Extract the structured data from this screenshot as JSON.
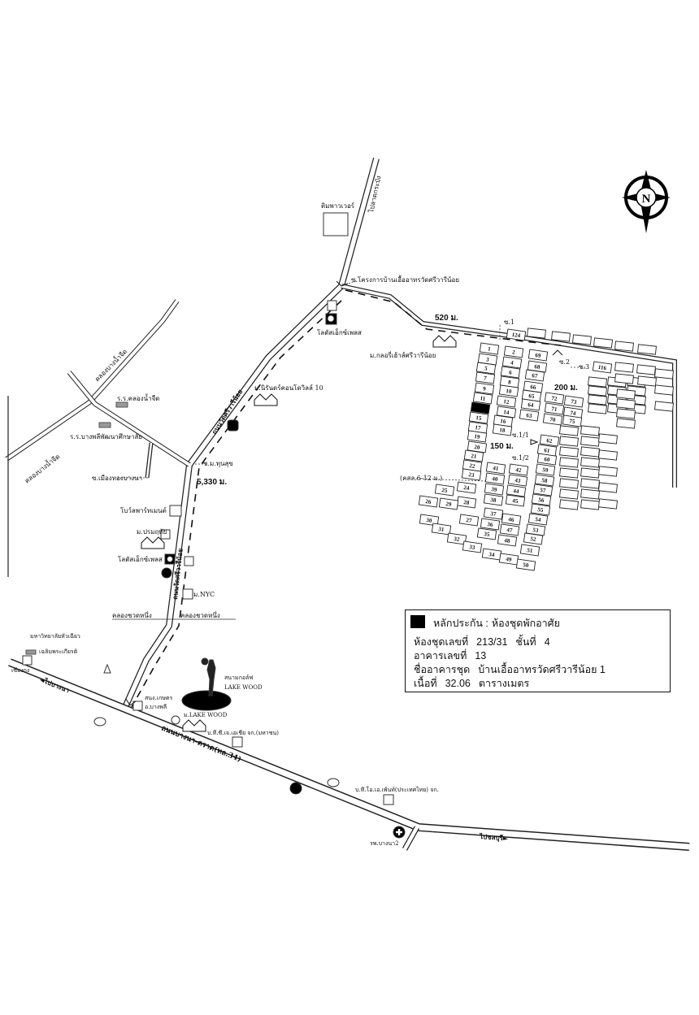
{
  "map": {
    "compass": "N",
    "roads": {
      "wat_sri_road_1": "ถนนวัดศรีวารีน้อย",
      "wat_sri_road_2": "ถนนวัดศรีวารีน้อย",
      "to_lat_krabang": "ไปลาดกระบัง",
      "bangna_trat": "ถนนบางนา-ตราด(ทล.34)",
      "to_bangna": "◄ไปบางนา",
      "to_chonburi": "ไปชลบุรี►",
      "soi_project": "ซ.โครงการบ้านเอื้ออาทรวัดศรีวารีน้อย",
      "soi_thunsuk": "ซ.ม.ทุนสุข",
      "soi_muangthong": "ซ.เมืองทองบางนา",
      "canal_1": "คลองบางน้ำจืด",
      "canal_2": "คลองบางน้ำจืด",
      "canal_chuat_1": "คลองชวดหนึ่ง",
      "canal_chuat_2": "คลองชวดหนึ่ง"
    },
    "distances": {
      "d520": "520 ม.",
      "d5330": "5,330 ม.",
      "d200": "200 ม.",
      "d150": "150 ม."
    },
    "sois": {
      "s1": "ซ.1",
      "s2": "ซ.2",
      "s3": "ซ.3",
      "s1_1": "ซ.1/1",
      "s1_2": "ซ.1/2",
      "concrete": "(คสล.6-12 ม.)"
    },
    "landmarks": {
      "tim_tower": "ติมพาวเวอร์",
      "lotus_1": "โลตัสเอ็กซ์เพลส",
      "glory_house": "ม.กลอรี่เฮ้าส์ศรีวารีน้อย",
      "niran": "ม.นิรันดร์คอนโดวิลล์ 10",
      "school_1": "ร.ร.คลองน้ำจืด",
      "school_2": "ร.ร.บางพลีพัฒนาศึกษาลัย",
      "bowl_apartment": "โบว์ลพาร์ทเมนต์",
      "poramruethai": "ม.ปรมฤทัย",
      "lotus_2": "โลตัสเอ็กซ์เพลส",
      "nyc": "ม.NYC",
      "hcu_1": "มหาวิทยาลัยหัวเฉียว",
      "hcu_2": "เฉลิมพระเกียรติ",
      "xianggong": "เซียงกง",
      "golf_1": "สนามกอล์ฟ",
      "golf_2": "LAKE WOOD",
      "lakewood_village": "ม.LAKE WOOD",
      "agri_1": "สนง.เกษตร",
      "agri_2": "อ.บางพลี",
      "tcj": "บ.ที.ซี.เจ.เอเชีย จก.(มหาชน)",
      "toa": "บ.ที.โอ.เอ.เพ้นท์(ประเทศไทย) จก.",
      "hospital": "รพ.บางนา2"
    },
    "lots": [
      "1",
      "2",
      "69",
      "3",
      "4",
      "68",
      "5",
      "6",
      "67",
      "7",
      "8",
      "66",
      "9",
      "10",
      "65",
      "11",
      "12",
      "64",
      "",
      "14",
      "63",
      "15",
      "16",
      "17",
      "18",
      "19",
      "20",
      "21",
      "22",
      "23",
      "24",
      "25",
      "26",
      "27",
      "28",
      "29",
      "30",
      "31",
      "32",
      "33",
      "34",
      "35",
      "36",
      "37",
      "38",
      "39",
      "40",
      "41",
      "42",
      "43",
      "44",
      "45",
      "46",
      "47",
      "48",
      "49",
      "50",
      "51",
      "52",
      "53",
      "54",
      "55",
      "56",
      "57",
      "58",
      "59",
      "60",
      "61",
      "62",
      "70",
      "71",
      "72",
      "73",
      "74",
      "75",
      "116",
      "124"
    ],
    "collateral_lot": "13"
  },
  "legend": {
    "title_label": "หลักประกัน :",
    "title_value": "ห้องชุดพักอาศัย",
    "unit_label": "ห้องชุดเลขที่",
    "unit_value": "213/31",
    "floor_label": "ชั้นที่",
    "floor_value": "4",
    "building_label": "อาคารเลขที่",
    "building_value": "13",
    "name_label": "ชื่ออาคารชุด",
    "name_value": "บ้านเอื้ออาทรวัดศรีวารีน้อย 1",
    "area_label": "เนื้อที่",
    "area_value": "32.06",
    "area_unit": "ตารางเมตร",
    "swatch_color": "#000000"
  }
}
